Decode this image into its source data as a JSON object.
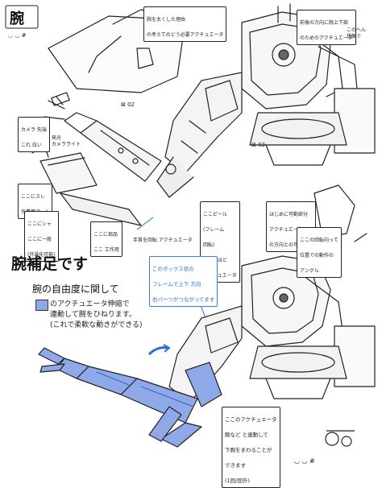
{
  "colors": {
    "ink": "#1a1a1a",
    "annotation_blue": "#2a6fd0",
    "arm_highlight": "#8fa8e8",
    "swatch": "#8fa8e8"
  },
  "header": {
    "stamp_title": "腕",
    "stamp_sign": "◡ ◡ #"
  },
  "top_notes": {
    "n1": "腕を太くした理由\nの考えてのどう必要アクチュエータ",
    "n2": "前後の方向に腕上下部\nのためのアクチュエータ",
    "n3": "このへん\n想像で",
    "n4": "カメラ 先端\nこれ 白い",
    "n5": "発光\nカメラライト",
    "n6": "ここにスレ\n作業用アーム",
    "n7": "ここにシャ\nここに一般\n(外装化可能)",
    "n8": "ここに部品\nここ 工作用",
    "n9": "ここピール\n(フレーム\n回転)\n先端のほど\nアクチュエータ",
    "n10": "はじめに可動部分\nアクチュエータ\nの方向との可動範囲",
    "n11": "ここの回転向って\n位置での動作の\nアングル",
    "n12": "手首を回転 アクチュエータ",
    "mark_a": "⊠ 02",
    "mark_b": "⊠ 02"
  },
  "section2": {
    "heading": "腕補足です",
    "sub_heading": "腕の自由度に関して",
    "legend_text": "のアクチュエータ伸縮で\n連動して腕をひねります。\n(これで柔軟な動きができる)",
    "blue_note": "このボックス状の\nフレームで上下 方向\n右パーツがつながってます",
    "bottom_note": "ここのアクチュエータ\n腕など と連動して\n下腕をまわることが\nできます\n(1回/回外)",
    "footer_sign": "◡ ◡ #"
  }
}
